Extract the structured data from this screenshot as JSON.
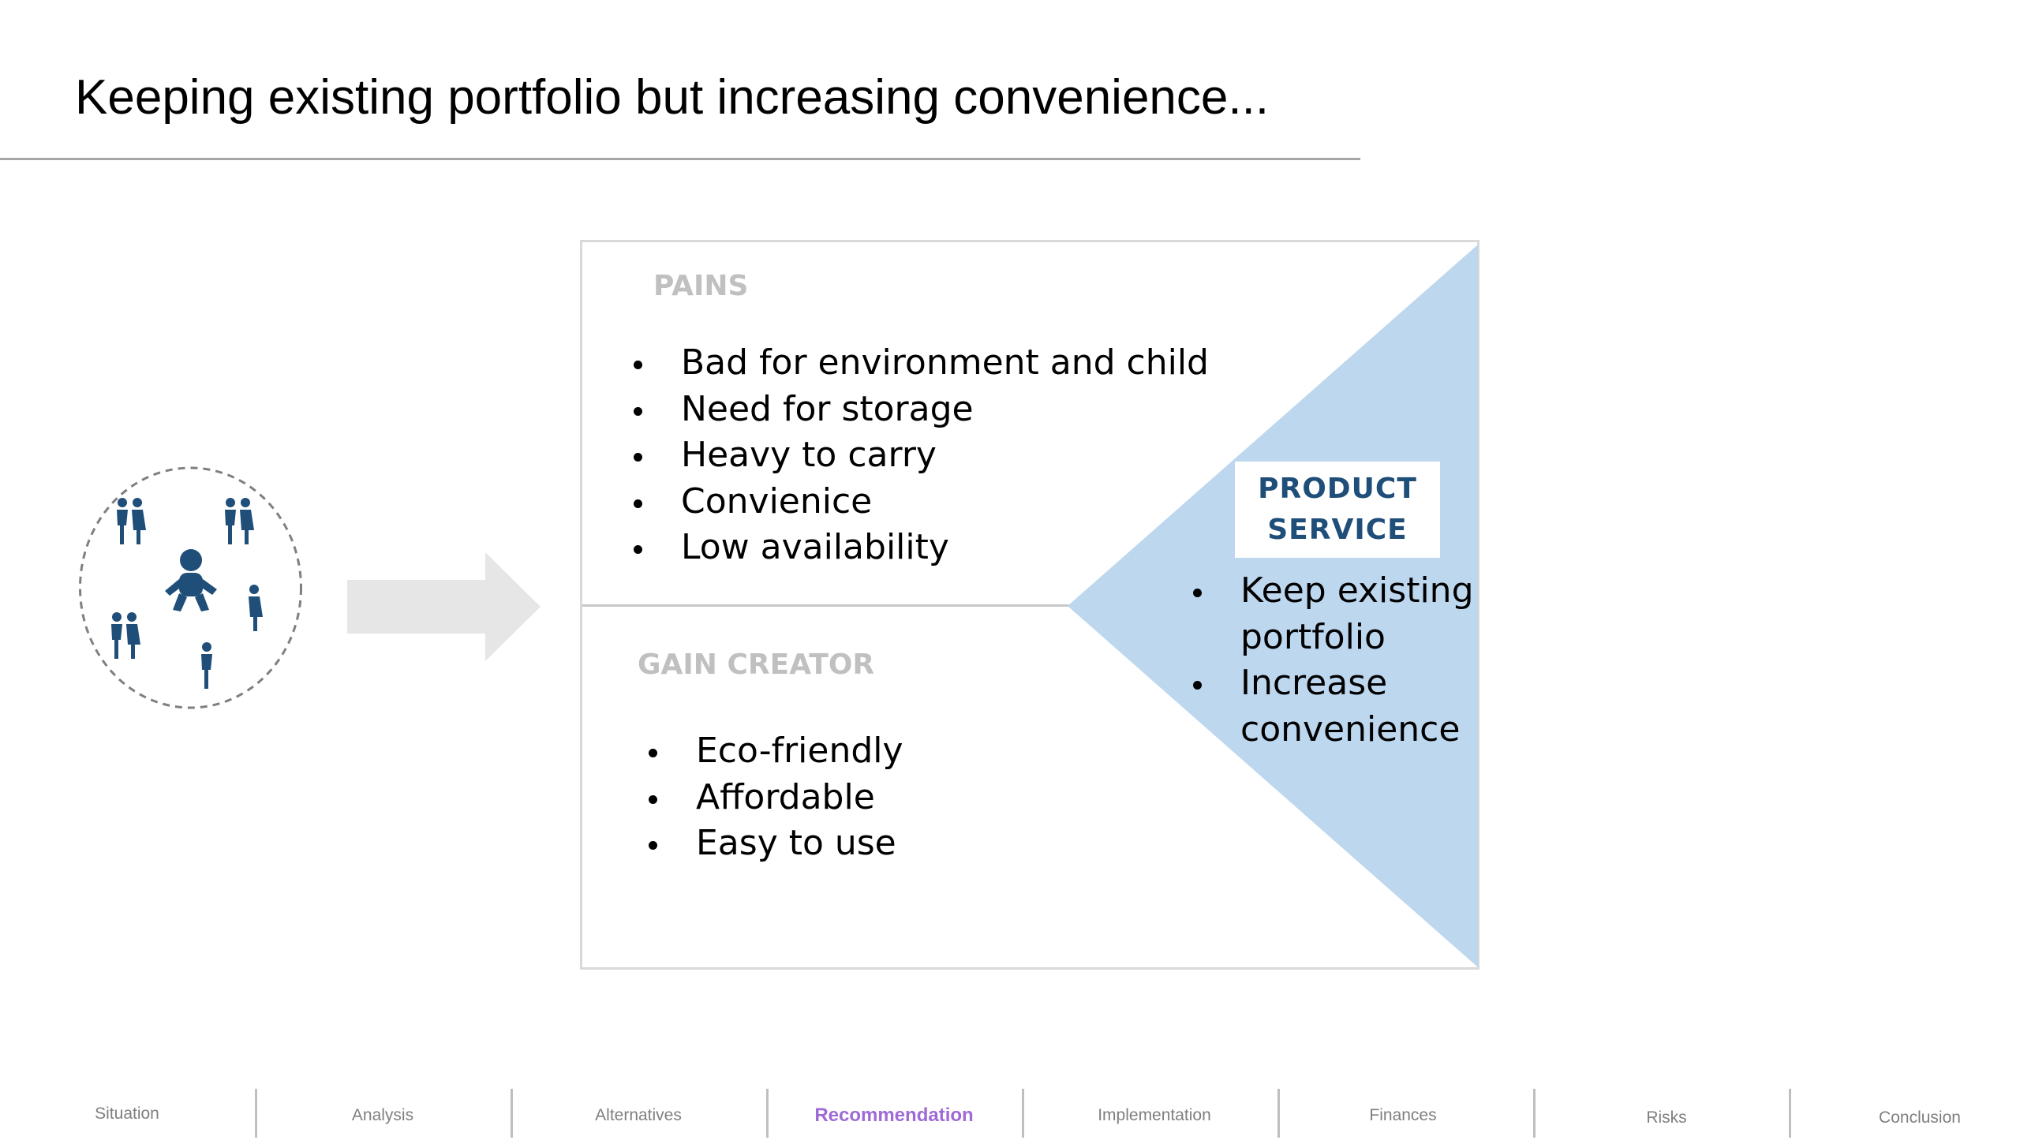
{
  "slide": {
    "title": "Keeping existing portfolio but increasing convenience..."
  },
  "canvas": {
    "pains": {
      "heading": "PAINS",
      "items": [
        "Bad for environment and child",
        "Need for storage",
        "Heavy to carry",
        "Convienice",
        "Low availability"
      ]
    },
    "gain_creator": {
      "heading": "GAIN CREATOR",
      "items": [
        "Eco-friendly",
        "Affordable",
        "Easy to use"
      ]
    },
    "product_service": {
      "heading_line1": "PRODUCT",
      "heading_line2": "SERVICE",
      "items": [
        "Keep existing portfolio",
        "Increase convenience"
      ]
    }
  },
  "icons": {
    "customer_segment": "family-group-with-baby-icon",
    "flow_arrow": "right-arrow-icon"
  },
  "colors": {
    "triangle_fill": "#bdd7ee",
    "icon_fill": "#1f4e79",
    "active_nav": "#9e6ad6",
    "heading_gray": "#c0c0c0"
  },
  "nav": {
    "items": [
      {
        "label": "Situation"
      },
      {
        "label": "Analysis"
      },
      {
        "label": "Alternatives"
      },
      {
        "label": "Recommendation",
        "active": true
      },
      {
        "label": "Implementation"
      },
      {
        "label": "Finances"
      },
      {
        "label": "Risks"
      },
      {
        "label": "Conclusion"
      }
    ]
  }
}
